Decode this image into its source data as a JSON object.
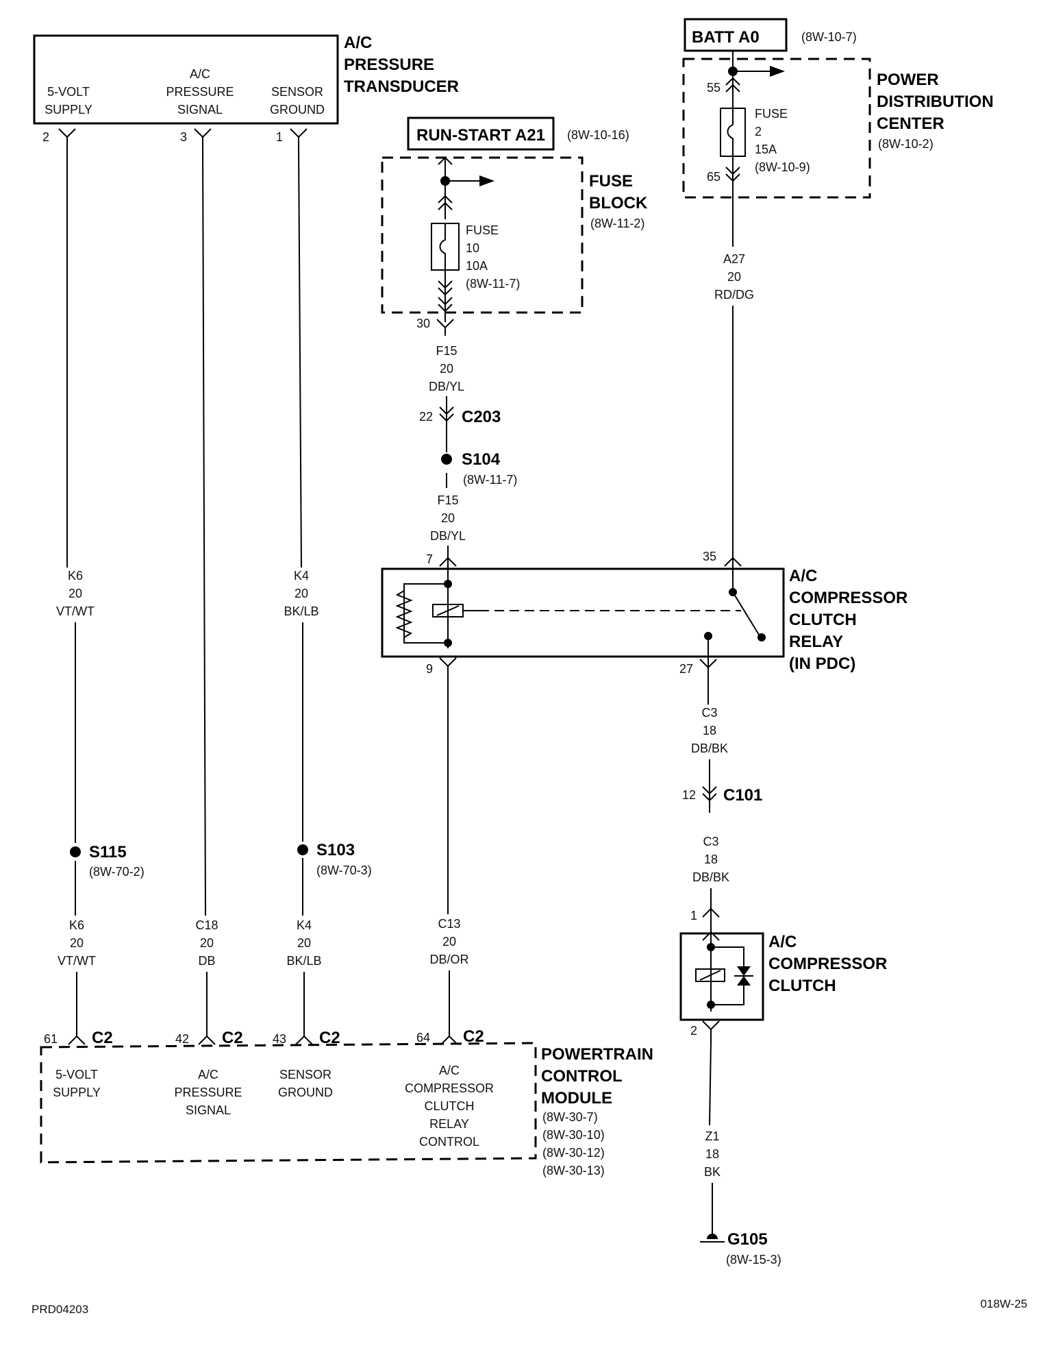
{
  "transducer": {
    "title": [
      "A/C",
      "PRESSURE",
      "TRANSDUCER"
    ],
    "pins": [
      {
        "label": [
          "5-VOLT",
          "SUPPLY"
        ],
        "pin": "2"
      },
      {
        "label": [
          "A/C",
          "PRESSURE",
          "SIGNAL"
        ],
        "pin": "3"
      },
      {
        "label": [
          "SENSOR",
          "GROUND"
        ],
        "pin": "1"
      }
    ]
  },
  "run_start": {
    "label": "RUN-START A21",
    "ref": "(8W-10-16)"
  },
  "fuse_block": {
    "title": [
      "FUSE",
      "BLOCK"
    ],
    "ref": "(8W-11-2)",
    "fuse": [
      "FUSE",
      "10",
      "10A",
      "(8W-11-7)"
    ],
    "out_pin": "30"
  },
  "batt": {
    "label": "BATT A0",
    "ref": "(8W-10-7)"
  },
  "pdc": {
    "title": [
      "POWER",
      "DISTRIBUTION",
      "CENTER"
    ],
    "ref": "(8W-10-2)",
    "fuse": [
      "FUSE",
      "2",
      "15A",
      "(8W-10-9)"
    ],
    "pin_in": "55",
    "pin_out": "65"
  },
  "wires": {
    "a27": [
      "A27",
      "20",
      "RD/DG"
    ],
    "f15_top": [
      "F15",
      "20",
      "DB/YL"
    ],
    "f15_bottom": [
      "F15",
      "20",
      "DB/YL"
    ],
    "k6_top": [
      "K6",
      "20",
      "VT/WT"
    ],
    "k4_top": [
      "K4",
      "20",
      "BK/LB"
    ],
    "k6_bottom": [
      "K6",
      "20",
      "VT/WT"
    ],
    "c18": [
      "C18",
      "20",
      "DB"
    ],
    "k4_bottom": [
      "K4",
      "20",
      "BK/LB"
    ],
    "c13": [
      "C13",
      "20",
      "DB/OR"
    ],
    "c3_top": [
      "C3",
      "18",
      "DB/BK"
    ],
    "c3_bottom": [
      "C3",
      "18",
      "DB/BK"
    ],
    "z1": [
      "Z1",
      "18",
      "BK"
    ]
  },
  "connectors": {
    "c203": {
      "pin": "22",
      "name": "C203"
    },
    "c101": {
      "pin": "12",
      "name": "C101"
    }
  },
  "splices": {
    "s104": {
      "name": "S104",
      "ref": "(8W-11-7)"
    },
    "s115": {
      "name": "S115",
      "ref": "(8W-70-2)"
    },
    "s103": {
      "name": "S103",
      "ref": "(8W-70-3)"
    }
  },
  "relay": {
    "title": [
      "A/C",
      "COMPRESSOR",
      "CLUTCH",
      "RELAY",
      "(IN PDC)"
    ],
    "pins": {
      "p7": "7",
      "p9": "9",
      "p35": "35",
      "p27": "27"
    }
  },
  "clutch": {
    "title": [
      "A/C",
      "COMPRESSOR",
      "CLUTCH"
    ],
    "pin_in": "1",
    "pin_out": "2"
  },
  "ground": {
    "name": "G105",
    "ref": "(8W-15-3)"
  },
  "pcm": {
    "title": [
      "POWERTRAIN",
      "CONTROL",
      "MODULE"
    ],
    "refs": [
      "(8W-30-7)",
      "(8W-30-10)",
      "(8W-30-12)",
      "(8W-30-13)"
    ],
    "pins": [
      {
        "pin": "61",
        "conn": "C2",
        "label": [
          "5-VOLT",
          "SUPPLY"
        ]
      },
      {
        "pin": "42",
        "conn": "C2",
        "label": [
          "A/C",
          "PRESSURE",
          "SIGNAL"
        ]
      },
      {
        "pin": "43",
        "conn": "C2",
        "label": [
          "SENSOR",
          "GROUND"
        ]
      },
      {
        "pin": "64",
        "conn": "C2",
        "label": [
          "A/C",
          "COMPRESSOR",
          "CLUTCH",
          "RELAY",
          "CONTROL"
        ]
      }
    ]
  },
  "footer": {
    "left": "PRD04203",
    "right": "018W-25"
  }
}
